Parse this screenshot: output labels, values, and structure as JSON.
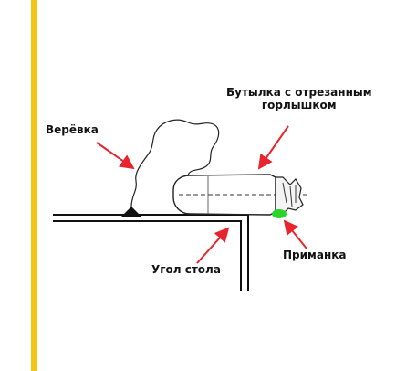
{
  "colors": {
    "accent": "#f5c518",
    "arrow": "#e8242c",
    "bait": "#2ad42a",
    "ink": "#111111"
  },
  "labels": {
    "bottle_line1": "Бутылка с отрезанным",
    "bottle_line2": "горлышком",
    "rope": "Верёвка",
    "table_corner": "Угол стола",
    "bait": "Приманка"
  }
}
